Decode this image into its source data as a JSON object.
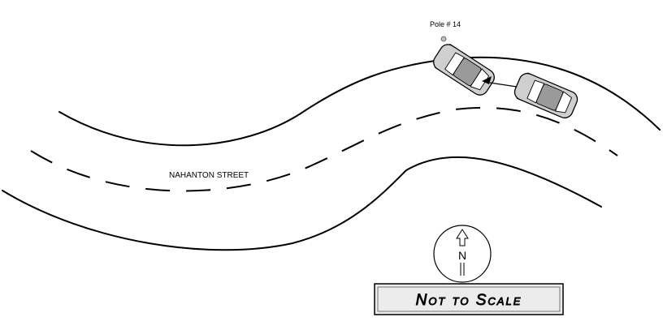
{
  "diagram": {
    "street_label": "NAHANTON STREET",
    "pole_label": "Pole # 14",
    "compass": {
      "letter": "N"
    },
    "scale_note": "Not to Scale",
    "colors": {
      "road_line": "#000000",
      "car_body": "#cfcfcf",
      "car_roof": "#9a9a9a",
      "pole": "#bdbdbd",
      "badge_bg": "#ececec"
    }
  }
}
